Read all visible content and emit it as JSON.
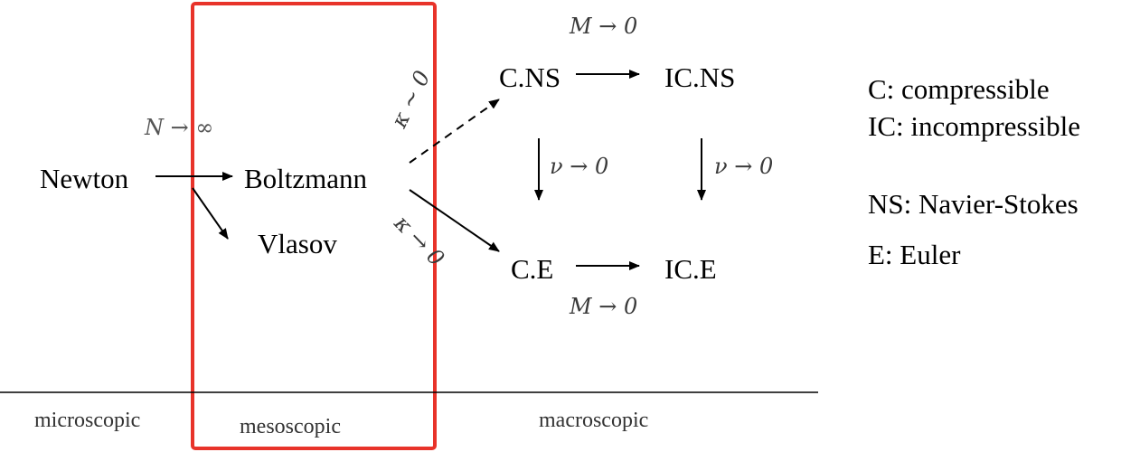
{
  "nodes": {
    "newton": "Newton",
    "boltzmann": "Boltzmann",
    "vlasov": "Vlasov",
    "cns": "C.NS",
    "icns": "IC.NS",
    "ce": "C.E",
    "ice": "IC.E"
  },
  "edge_labels": {
    "n_to_inf": "N → ∞",
    "kappa_sim_0": "κ ∼ 0",
    "kappa_to_0": "κ → 0",
    "m_to_0_top": "M → 0",
    "m_to_0_bottom": "M → 0",
    "nu_to_0_left": "ν → 0",
    "nu_to_0_right": "ν → 0"
  },
  "legend": {
    "c": "C: compressible",
    "ic": "IC: incompressible",
    "ns": "NS: Navier-Stokes",
    "e": "E: Euler"
  },
  "scales": {
    "micro": "microscopic",
    "meso": "mesoscopic",
    "macro": "macroscopic"
  },
  "colors": {
    "highlight_box": "#e8332a"
  }
}
